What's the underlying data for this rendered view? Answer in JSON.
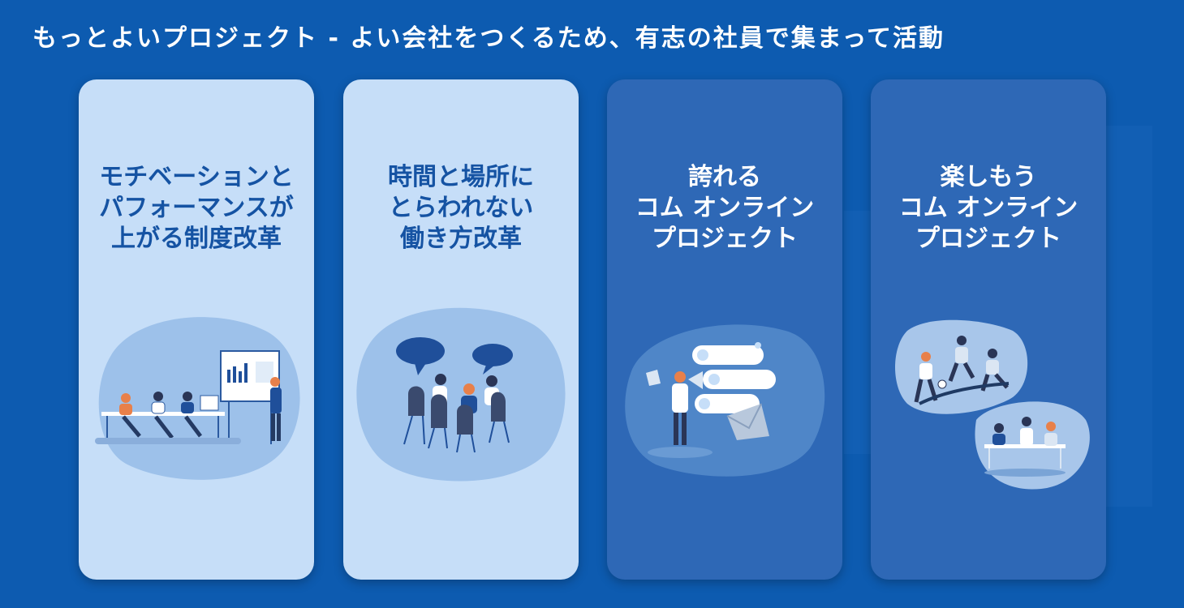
{
  "page": {
    "title": "もっとよいプロジェクト - よい会社をつくるため、有志の社員で集まって活動"
  },
  "cards": [
    {
      "lines": [
        "モチベーションと",
        "パフォーマンスが",
        "上がる制度改革"
      ],
      "illustration": "meeting-presentation-illustration",
      "theme": "light"
    },
    {
      "lines": [
        "時間と場所に",
        "とらわれない",
        "働き方改革"
      ],
      "illustration": "discussion-group-illustration",
      "theme": "light"
    },
    {
      "lines": [
        "誇れる",
        "コム オンライン",
        "プロジェクト"
      ],
      "illustration": "megaphone-announcement-illustration",
      "theme": "dark"
    },
    {
      "lines": [
        "楽しもう",
        "コム オンライン",
        "プロジェクト"
      ],
      "illustration": "soccer-and-picnic-illustration",
      "theme": "dark"
    }
  ],
  "colors": {
    "background": "#0d5bb0",
    "card_light": "#c6def8",
    "card_dark": "#2e68b6",
    "title_light": "#1553a3"
  }
}
